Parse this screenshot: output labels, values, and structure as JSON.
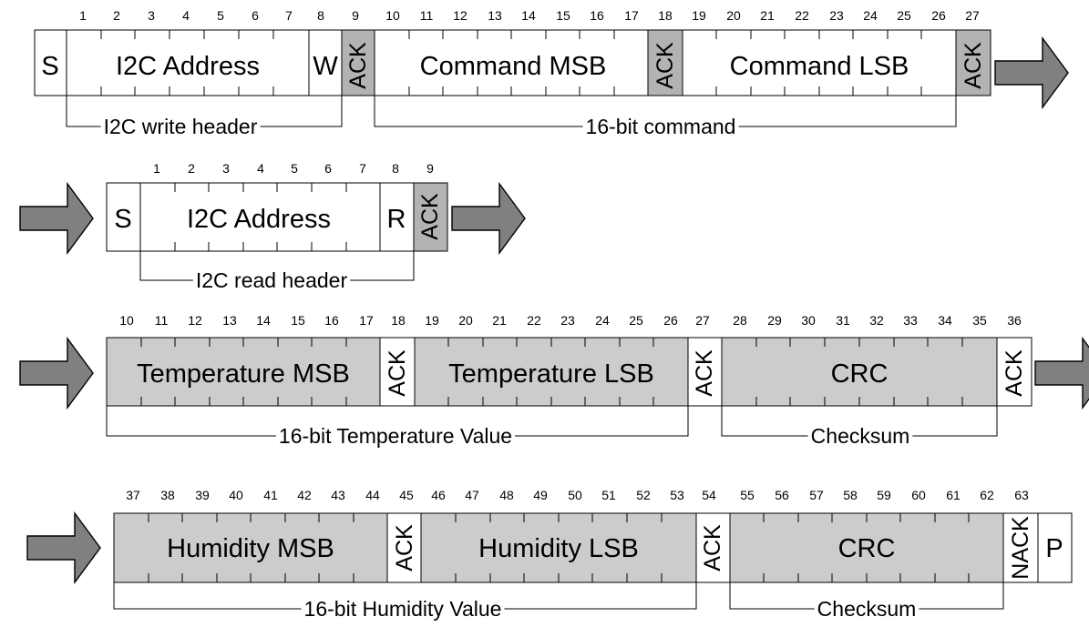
{
  "rows": [
    {
      "nums": [
        "1",
        "2",
        "3",
        "4",
        "5",
        "6",
        "7",
        "8",
        "9",
        "10",
        "11",
        "12",
        "13",
        "14",
        "15",
        "16",
        "17",
        "18",
        "19",
        "20",
        "21",
        "22",
        "23",
        "24",
        "25",
        "26",
        "27"
      ],
      "fields": {
        "s": "S",
        "addr": "I2C Address",
        "w": "W",
        "ack1": "ACK",
        "cmd_msb": "Command MSB",
        "ack2": "ACK",
        "cmd_lsb": "Command LSB",
        "ack3": "ACK"
      },
      "brackets": {
        "write_header": "I2C write header",
        "command": "16-bit command"
      }
    },
    {
      "nums": [
        "1",
        "2",
        "3",
        "4",
        "5",
        "6",
        "7",
        "8",
        "9"
      ],
      "fields": {
        "s": "S",
        "addr": "I2C Address",
        "r": "R",
        "ack": "ACK"
      },
      "brackets": {
        "read_header": "I2C read header"
      }
    },
    {
      "nums": [
        "10",
        "11",
        "12",
        "13",
        "14",
        "15",
        "16",
        "17",
        "18",
        "19",
        "20",
        "21",
        "22",
        "23",
        "24",
        "25",
        "26",
        "27",
        "28",
        "29",
        "30",
        "31",
        "32",
        "33",
        "34",
        "35",
        "36"
      ],
      "fields": {
        "temp_msb": "Temperature MSB",
        "ack1": "ACK",
        "temp_lsb": "Temperature LSB",
        "ack2": "ACK",
        "crc": "CRC",
        "ack3": "ACK"
      },
      "brackets": {
        "temp_value": "16-bit Temperature Value",
        "checksum": "Checksum"
      }
    },
    {
      "nums": [
        "37",
        "38",
        "39",
        "40",
        "41",
        "42",
        "43",
        "44",
        "45",
        "46",
        "47",
        "48",
        "49",
        "50",
        "51",
        "52",
        "53",
        "54",
        "55",
        "56",
        "57",
        "58",
        "59",
        "60",
        "61",
        "62",
        "63"
      ],
      "fields": {
        "hum_msb": "Humidity MSB",
        "ack1": "ACK",
        "hum_lsb": "Humidity LSB",
        "ack2": "ACK",
        "crc": "CRC",
        "nack": "NACK",
        "p": "P"
      },
      "brackets": {
        "hum_value": "16-bit Humidity Value",
        "checksum": "Checksum"
      }
    }
  ],
  "colors": {
    "data_fill": "#cccccc",
    "ack_fill": "#b3b3b3",
    "arrow_fill": "#808080",
    "white": "#ffffff"
  }
}
